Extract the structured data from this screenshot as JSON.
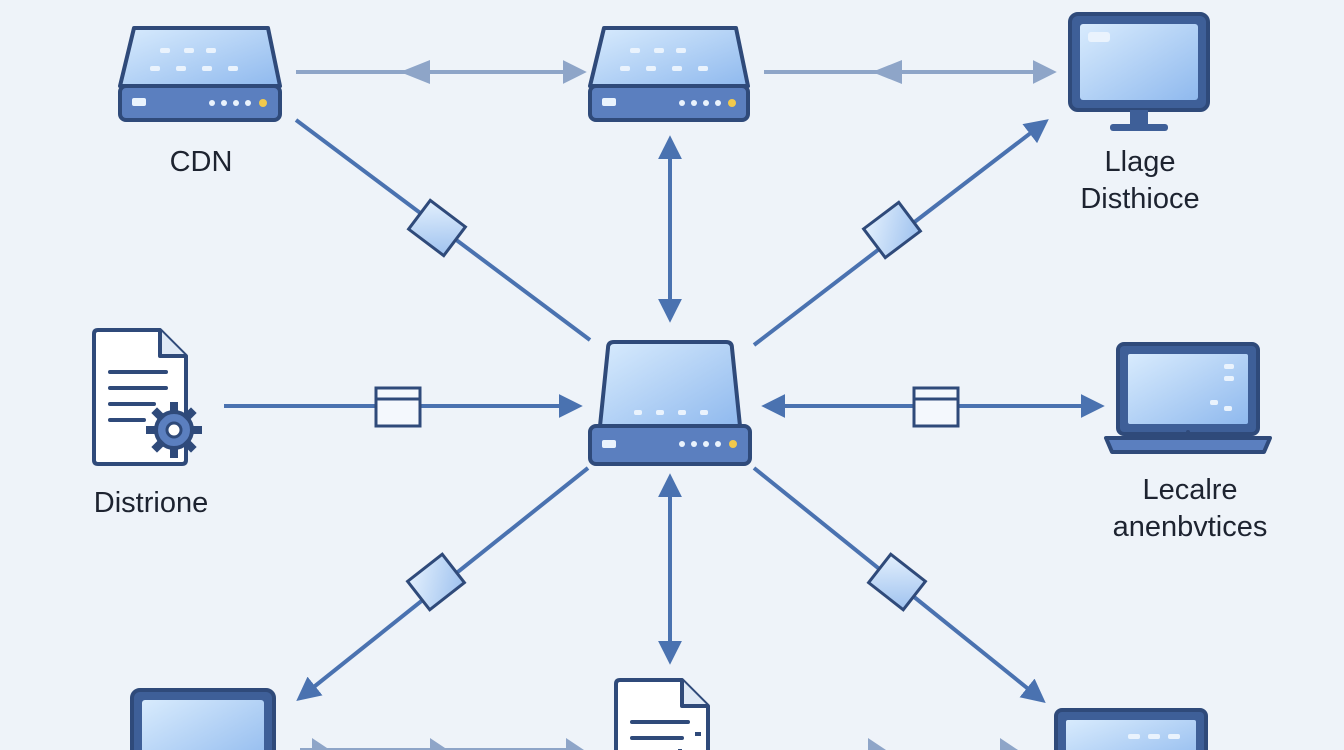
{
  "colors": {
    "background": "#eef3f9",
    "line": "#4a72b0",
    "device_body": "#5b7fbf",
    "device_outline": "#2f4a7a",
    "screen": "#a9ccf3",
    "screen_light": "#d8ebfd",
    "chip": "#b9d4f6",
    "led": "#f2c94c",
    "doc_fill": "#ffffff"
  },
  "nodes": [
    {
      "id": "cdn-server",
      "kind": "router"
    },
    {
      "id": "top-middle-router",
      "kind": "router"
    },
    {
      "id": "top-right-monitor",
      "kind": "monitor"
    },
    {
      "id": "left-document",
      "kind": "document-gear"
    },
    {
      "id": "central-hub",
      "kind": "hub"
    },
    {
      "id": "right-laptop",
      "kind": "laptop"
    },
    {
      "id": "bottom-left-monitor",
      "kind": "monitor"
    },
    {
      "id": "bottom-middle-document",
      "kind": "document-gear"
    },
    {
      "id": "bottom-right-laptop",
      "kind": "laptop"
    }
  ],
  "labels": {
    "cdn": "CDN",
    "top_right_line1": "Llage",
    "top_right_line2": "Disthioce",
    "left": "Distrione",
    "right_line1": "Lecalre",
    "right_line2": "anenbvtices"
  }
}
